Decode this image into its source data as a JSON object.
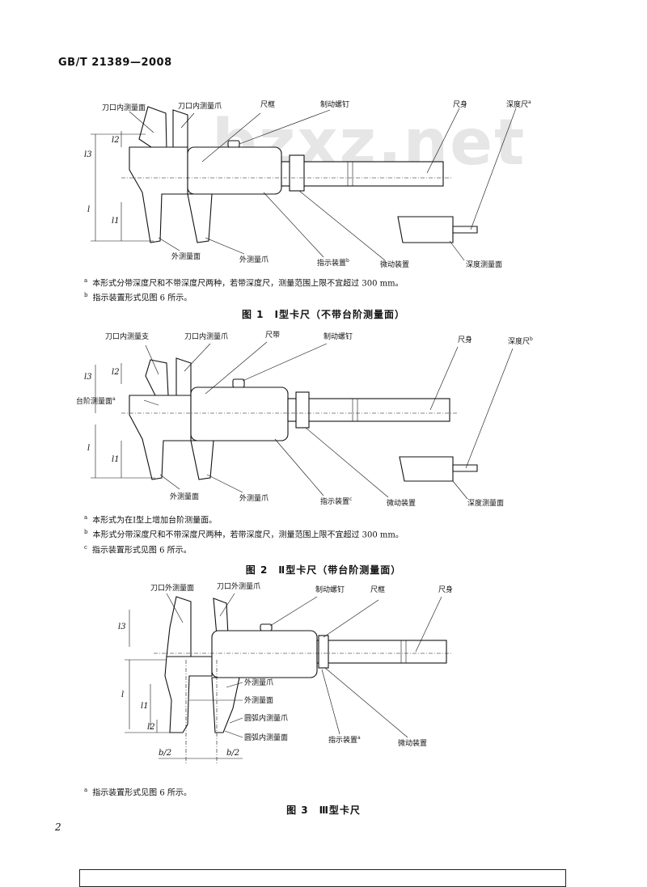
{
  "header": {
    "standard": "GB/T 21389—2008"
  },
  "watermark": "bzxz.net",
  "figure1": {
    "labels": {
      "knife_inner_face": "刀口内测量面",
      "knife_inner_jaw": "刀口内测量爪",
      "frame": "尺框",
      "lock_screw": "制动螺钉",
      "beam": "尺身",
      "depth_rod": "深度尺",
      "depth_rod_sup": "a",
      "outer_face": "外测量面",
      "outer_jaw": "外测量爪",
      "indicator": "指示装置",
      "indicator_sup": "b",
      "fine_adjust": "微动装置",
      "depth_face": "深度测量面",
      "dim_l3": "l3",
      "dim_l2": "l2",
      "dim_l": "l",
      "dim_l1": "l1"
    },
    "notes": [
      {
        "mark": "a",
        "text": "本形式分带深度尺和不带深度尺两种，若带深度尺，测量范围上限不宜超过 300 mm。"
      },
      {
        "mark": "b",
        "text": "指示装置形式见图 6 所示。"
      }
    ],
    "caption": "图 1　Ⅰ型卡尺（不带台阶测量面）"
  },
  "figure2": {
    "labels": {
      "knife_inner_face": "刀口内测量支",
      "knife_inner_jaw": "刀口内测量爪",
      "frame": "尺带",
      "lock_screw": "制动螺钉",
      "beam": "尺身",
      "depth_rod": "深度尺",
      "depth_rod_sup": "b",
      "step_face": "台阶测量面",
      "step_face_sup": "a",
      "outer_face": "外测量面",
      "outer_jaw": "外测量爪",
      "indicator": "指示装置",
      "indicator_sup": "c",
      "fine_adjust": "微动装置",
      "depth_face": "深度测量面",
      "dim_l3": "l3",
      "dim_l2": "l2",
      "dim_l": "l",
      "dim_l1": "l1"
    },
    "notes": [
      {
        "mark": "a",
        "text": "本形式为在Ⅰ型上增加台阶测量面。"
      },
      {
        "mark": "b",
        "text": "本形式分带深度尺和不带深度尺两种，若带深度尺，测量范围上限不宜超过 300 mm。"
      },
      {
        "mark": "c",
        "text": "指示装置形式见图 6 所示。"
      }
    ],
    "caption": "图 2　Ⅱ型卡尺（带台阶测量面）"
  },
  "figure3": {
    "labels": {
      "knife_outer_face": "刀口外测量面",
      "knife_outer_jaw": "刀口外测量爪",
      "lock_screw": "制动螺钉",
      "frame": "尺框",
      "beam": "尺身",
      "outer_jaw": "外测量爪",
      "outer_face": "外测量面",
      "arc_inner_jaw": "圆弧内测量爪",
      "arc_inner_face": "圆弧内测量面",
      "indicator": "指示装置",
      "indicator_sup": "a",
      "fine_adjust": "微动装置",
      "dim_l3": "l3",
      "dim_l": "l",
      "dim_l1": "l1",
      "dim_l2": "l2",
      "dim_b_left": "b/2",
      "dim_b_right": "b/2"
    },
    "notes": [
      {
        "mark": "a",
        "text": "指示装置形式见图 6 所示。"
      }
    ],
    "caption": "图 3　Ⅲ型卡尺"
  },
  "page_number": "2"
}
